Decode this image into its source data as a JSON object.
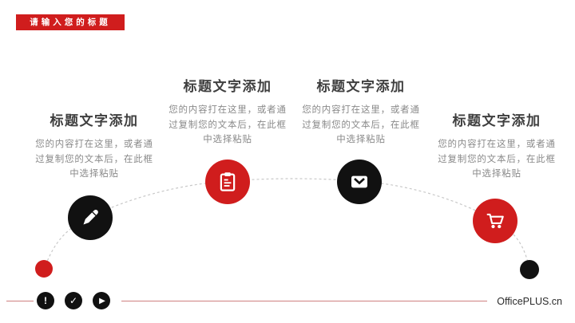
{
  "header": {
    "title": "请输入您的标题"
  },
  "watermark": "OfficePLUS.cn",
  "columns": [
    {
      "title": "标题文字添加",
      "body": "您的内容打在这里，或者通过复制您的文本后，在此框中选择粘贴",
      "icon": "pencil-icon",
      "circle_color": "#111111"
    },
    {
      "title": "标题文字添加",
      "body": "您的内容打在这里，或者通过复制您的文本后，在此框中选择粘贴",
      "icon": "clipboard-icon",
      "circle_color": "#d01d1d"
    },
    {
      "title": "标题文字添加",
      "body": "您的内容打在这里，或者通过复制您的文本后，在此框中选择粘贴",
      "icon": "envelope-icon",
      "circle_color": "#111111"
    },
    {
      "title": "标题文字添加",
      "body": "您的内容打在这里，或者通过复制您的文本后，在此框中选择粘贴",
      "icon": "cart-icon",
      "circle_color": "#d01d1d"
    }
  ],
  "timeline": {
    "start_dot_color": "#d01d1d",
    "end_dot_color": "#111111",
    "line_color": "#c8c8c8",
    "line_style": "dashed"
  },
  "footer": {
    "icons": [
      {
        "name": "exclamation-icon",
        "glyph": "!"
      },
      {
        "name": "check-icon",
        "glyph": "✓"
      },
      {
        "name": "play-icon",
        "glyph": "▶"
      }
    ],
    "line_color": "#cf8080"
  },
  "colors": {
    "accent_red": "#d01d1d",
    "black": "#111111",
    "title_text": "#3f3f3f",
    "body_text": "#8a8a8a",
    "background": "#ffffff"
  }
}
